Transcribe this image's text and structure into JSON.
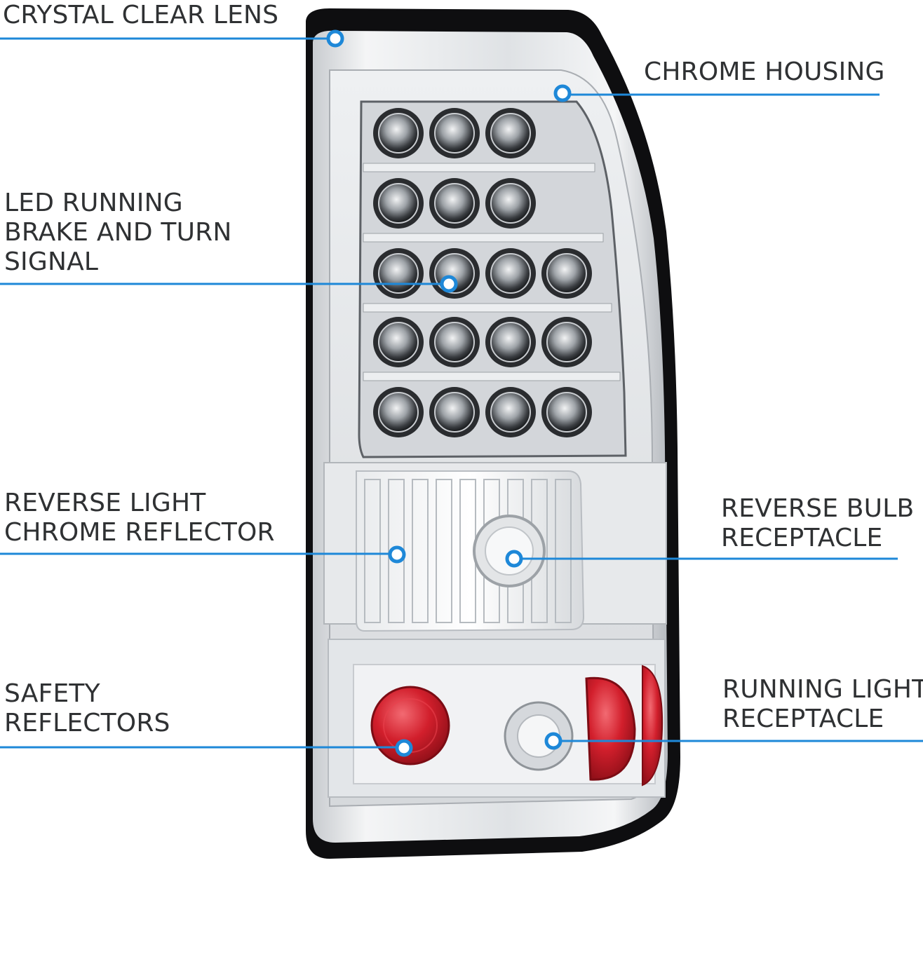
{
  "colors": {
    "callout": "#1e88d8",
    "text": "#2f3133",
    "frame": "#0e0e10",
    "chrome": "#d9dcdf",
    "lens_red": "#c81826"
  },
  "callouts": {
    "crystal_clear_lens": {
      "lines": [
        "CRYSTAL CLEAR LENS"
      ]
    },
    "chrome_housing": {
      "lines": [
        "CHROME HOUSING"
      ]
    },
    "led_signal": {
      "lines": [
        "LED RUNNING",
        "BRAKE AND TURN",
        "SIGNAL"
      ]
    },
    "reverse_reflector": {
      "lines": [
        "REVERSE LIGHT",
        "CHROME REFLECTOR"
      ]
    },
    "reverse_bulb": {
      "lines": [
        "REVERSE BULB",
        "RECEPTACLE"
      ]
    },
    "safety_reflectors": {
      "lines": [
        "SAFETY",
        "REFLECTORS"
      ]
    },
    "running_light": {
      "lines": [
        "RUNNING LIGHT",
        "RECEPTACLE"
      ]
    }
  },
  "product": {
    "led_rows": [
      3,
      3,
      4,
      4,
      4
    ],
    "icons": [
      "tail-light-lamp",
      "led-cluster",
      "reverse-reflector",
      "safety-reflector",
      "bulb-socket"
    ]
  }
}
